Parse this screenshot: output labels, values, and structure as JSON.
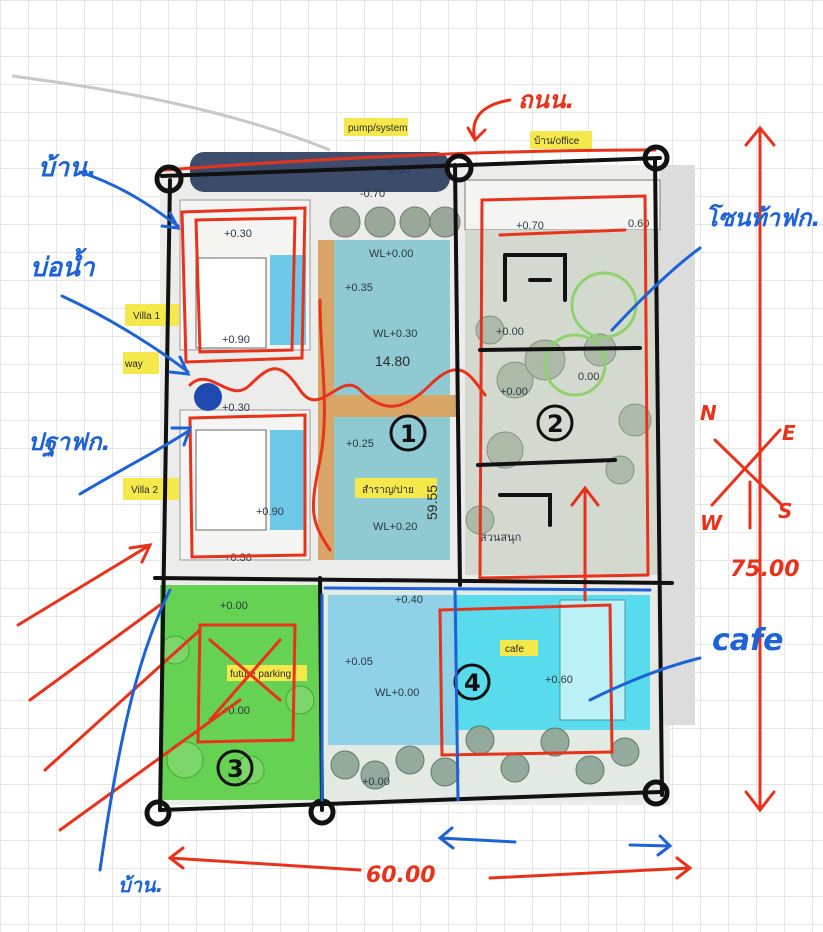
{
  "plan": {
    "tags": {
      "pump": "pump/system",
      "office": "บ้าน/office",
      "villa1": "Villa 1",
      "villa2": "Villa 2",
      "way": "way",
      "cafe": "cafe",
      "parking": "future parking",
      "sala": "สำราญ/ปาย"
    },
    "levels": {
      "l060": "-0.60",
      "l070": "-0.70",
      "l070b": "+0.70",
      "l060b": "0.60",
      "l030": "+0.30",
      "l035": "+0.35",
      "wl000": "WL+0.00",
      "wl030": "WL+0.30",
      "l090": "+0.90",
      "l030b": "+0.30",
      "l025": "+0.25",
      "wl020": "WL+0.20",
      "l090b": "+0.90",
      "l030c": "+0.30",
      "l000a": "0.00",
      "l000b": "+0.00",
      "l000c": "+0.00",
      "l040": "+0.40",
      "l005": "+0.05",
      "wl000b": "WL+0.00",
      "l000d": "+0.00",
      "l060c": "+0.60",
      "l000e": "+0.00",
      "l000f": "+0.00"
    },
    "dims": {
      "pool_width": "14.80",
      "site_depth": "59.55",
      "lawn": "สวนสนุก"
    }
  },
  "annotations": {
    "road": "ถนน.",
    "house": "บ้าน.",
    "wastewater": "บ่อน้ำ",
    "covered": "ปฐาฟก.",
    "wind": "โซนท้าฟก.",
    "cafe": "cafe",
    "neighbor": "บ้าน.",
    "width": "60.00",
    "depth": "75.00"
  },
  "zones": [
    "1",
    "2",
    "3",
    "4"
  ],
  "compass": {
    "n": "N",
    "e": "E",
    "s": "S",
    "w": "W"
  },
  "colors": {
    "red": "#e8331c",
    "blue": "#1e63d6",
    "black": "#111111",
    "green_fill": "#4fce3a",
    "cyan_fill": "#2ad6ef",
    "pool": "#8fc9d2",
    "tag_yellow": "#f5e84a"
  }
}
